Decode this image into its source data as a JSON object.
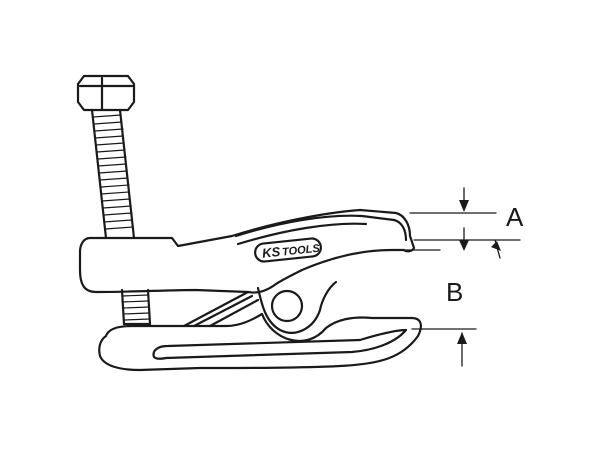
{
  "labels": {
    "dimension_a": "A",
    "dimension_b": "B"
  },
  "logo": {
    "brand_ks": "KS",
    "brand_tools": "TOOLS"
  },
  "colors": {
    "ink": "#1a1a1a",
    "background": "#ffffff"
  }
}
